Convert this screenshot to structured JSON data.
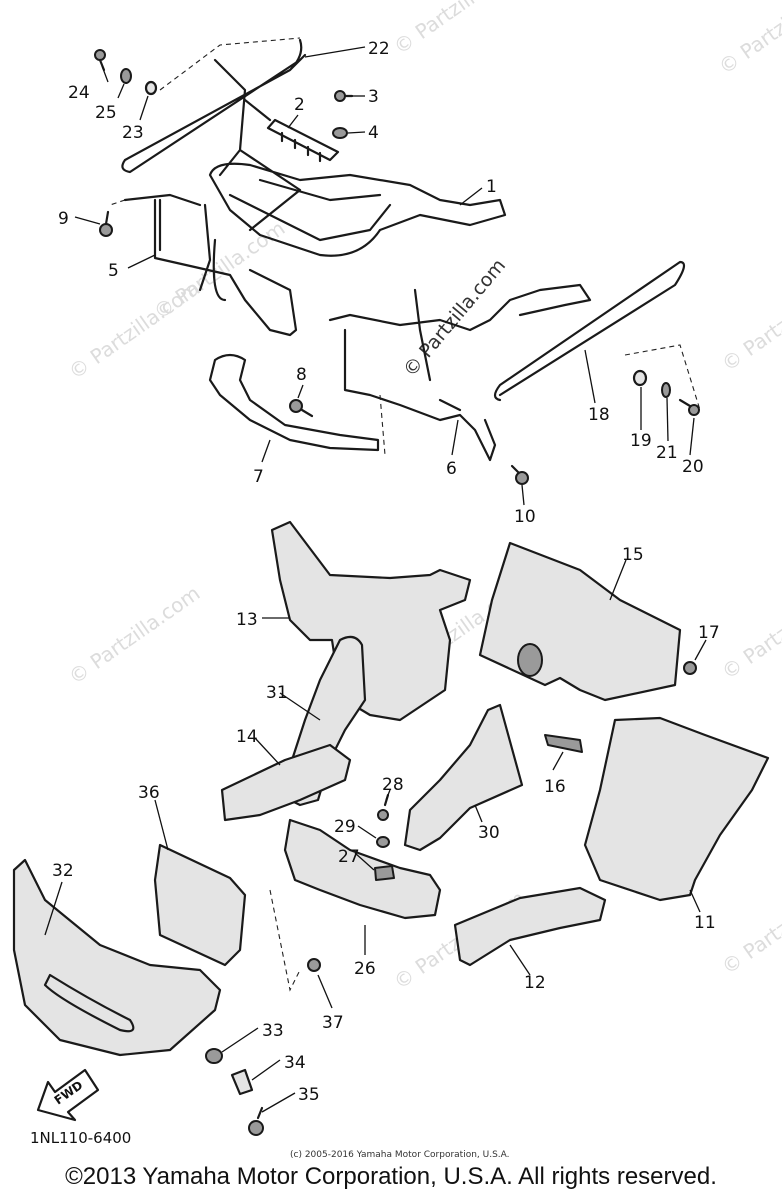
{
  "diagram": {
    "callouts": [
      {
        "id": "22",
        "text": "22"
      },
      {
        "id": "24",
        "text": "24"
      },
      {
        "id": "25",
        "text": "25"
      },
      {
        "id": "23",
        "text": "23"
      },
      {
        "id": "3",
        "text": "3"
      },
      {
        "id": "2",
        "text": "2"
      },
      {
        "id": "4",
        "text": "4"
      },
      {
        "id": "1",
        "text": "1"
      },
      {
        "id": "9",
        "text": "9"
      },
      {
        "id": "5",
        "text": "5"
      },
      {
        "id": "8",
        "text": "8"
      },
      {
        "id": "7",
        "text": "7"
      },
      {
        "id": "6",
        "text": "6"
      },
      {
        "id": "18",
        "text": "18"
      },
      {
        "id": "19",
        "text": "19"
      },
      {
        "id": "21",
        "text": "21"
      },
      {
        "id": "20",
        "text": "20"
      },
      {
        "id": "10",
        "text": "10"
      },
      {
        "id": "13",
        "text": "13"
      },
      {
        "id": "15",
        "text": "15"
      },
      {
        "id": "17",
        "text": "17"
      },
      {
        "id": "31",
        "text": "31"
      },
      {
        "id": "14",
        "text": "14"
      },
      {
        "id": "16",
        "text": "16"
      },
      {
        "id": "28",
        "text": "28"
      },
      {
        "id": "29",
        "text": "29"
      },
      {
        "id": "30",
        "text": "30"
      },
      {
        "id": "36",
        "text": "36"
      },
      {
        "id": "27",
        "text": "27"
      },
      {
        "id": "11",
        "text": "11"
      },
      {
        "id": "32",
        "text": "32"
      },
      {
        "id": "26",
        "text": "26"
      },
      {
        "id": "12",
        "text": "12"
      },
      {
        "id": "37",
        "text": "37"
      },
      {
        "id": "33",
        "text": "33"
      },
      {
        "id": "34",
        "text": "34"
      },
      {
        "id": "35",
        "text": "35"
      }
    ],
    "fwd_label": "FWD",
    "diagram_code": "1NL110-6400",
    "small_copyright": "(c) 2005-2016 Yamaha Motor Corporation, U.S.A.",
    "watermark": "© Partzilla.com",
    "center_watermark": "© Partzilla.com"
  },
  "footer": {
    "copyright": "©2013 Yamaha Motor Corporation, U.S.A. All rights reserved."
  }
}
